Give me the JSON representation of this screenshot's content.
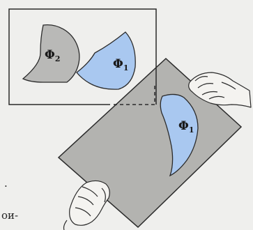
{
  "figure": {
    "labels": {
      "phi2_in_frame": {
        "main": "Φ",
        "sub": "2"
      },
      "phi1_in_frame": {
        "main": "Φ",
        "sub": "1"
      },
      "phi1_on_sheet": {
        "main": "Φ",
        "sub": "1"
      }
    },
    "colors": {
      "page": "#efefed",
      "frame": "#2a2a2a",
      "gray_fill": "#b9b9b7",
      "sheet_fill": "#b3b3b0",
      "blue_fill": "#a9c8f0",
      "outline": "#2a2a2a"
    }
  },
  "margin_text": {
    "dot": ".",
    "fragment": "ои-"
  }
}
